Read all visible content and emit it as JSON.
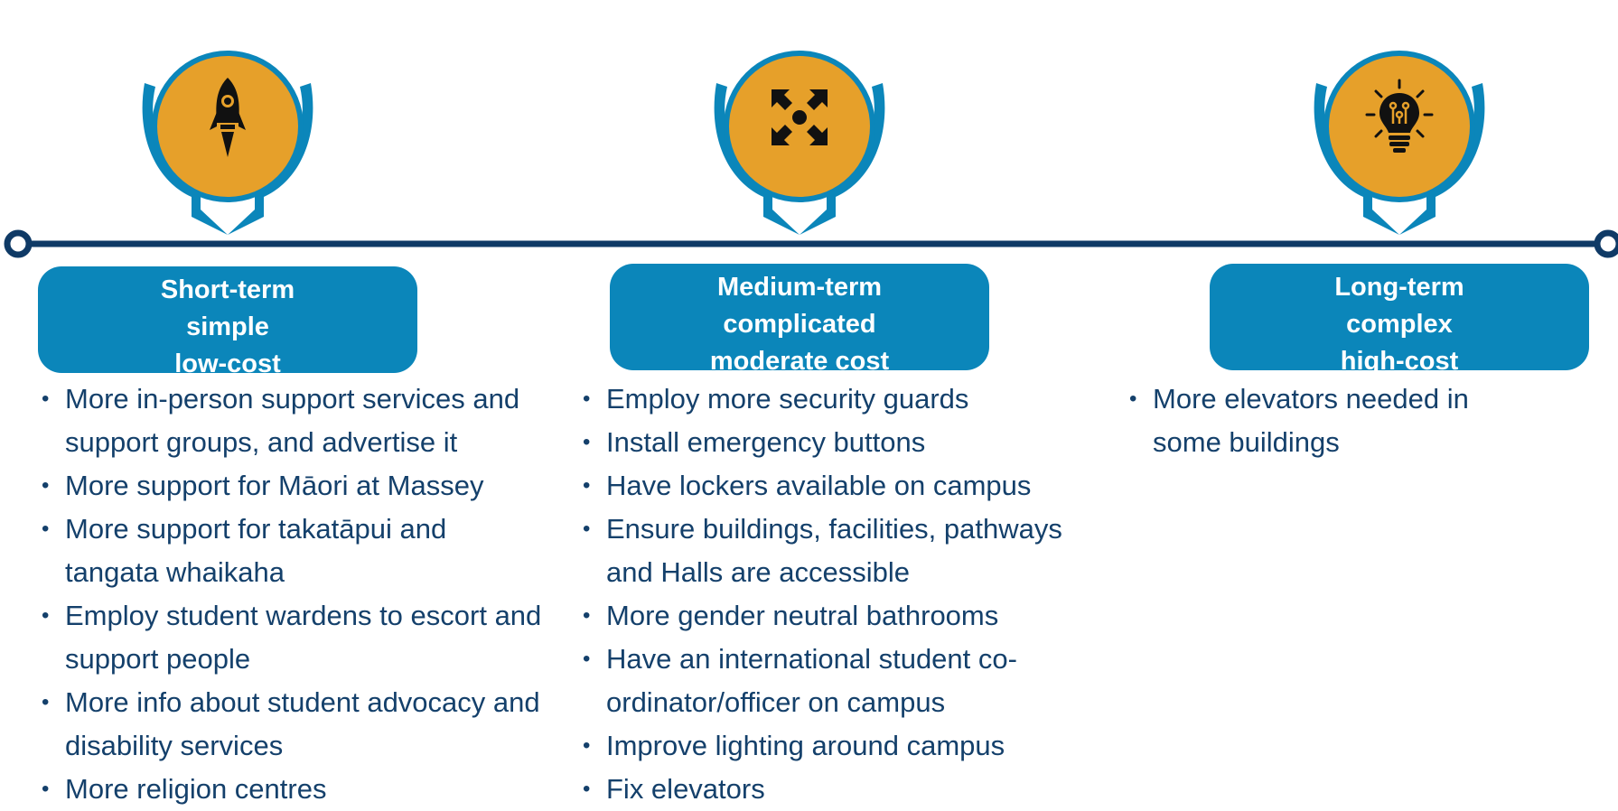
{
  "colors": {
    "line": "#0f3a66",
    "pin": "#0b86ba",
    "circle": "#e6a02a",
    "box": "#0b86ba"
  },
  "columns": [
    {
      "icon": "rocket-icon",
      "label": [
        "Short-term",
        "simple",
        "low-cost"
      ],
      "items": [
        "More in-person support services and support groups, and advertise it",
        "More support for Māori at Massey",
        "More support for takatāpui and tangata whaikaha",
        "Employ student wardens to escort and support people",
        "More info about student advocacy and disability services",
        "More religion centres"
      ]
    },
    {
      "icon": "expand-arrows-icon",
      "label": [
        "Medium-term",
        "complicated",
        "moderate cost"
      ],
      "items": [
        "Employ more security guards",
        "Install emergency buttons",
        "Have lockers available on campus",
        "Ensure buildings, facilities, pathways and Halls are accessible",
        "More gender neutral bathrooms",
        "Have an international student co-ordinator/officer on campus",
        "Improve lighting around campus",
        "Fix elevators"
      ]
    },
    {
      "icon": "lightbulb-icon",
      "label": [
        "Long-term",
        "complex",
        "high-cost"
      ],
      "items": [
        "More elevators needed in some buildings"
      ]
    }
  ]
}
